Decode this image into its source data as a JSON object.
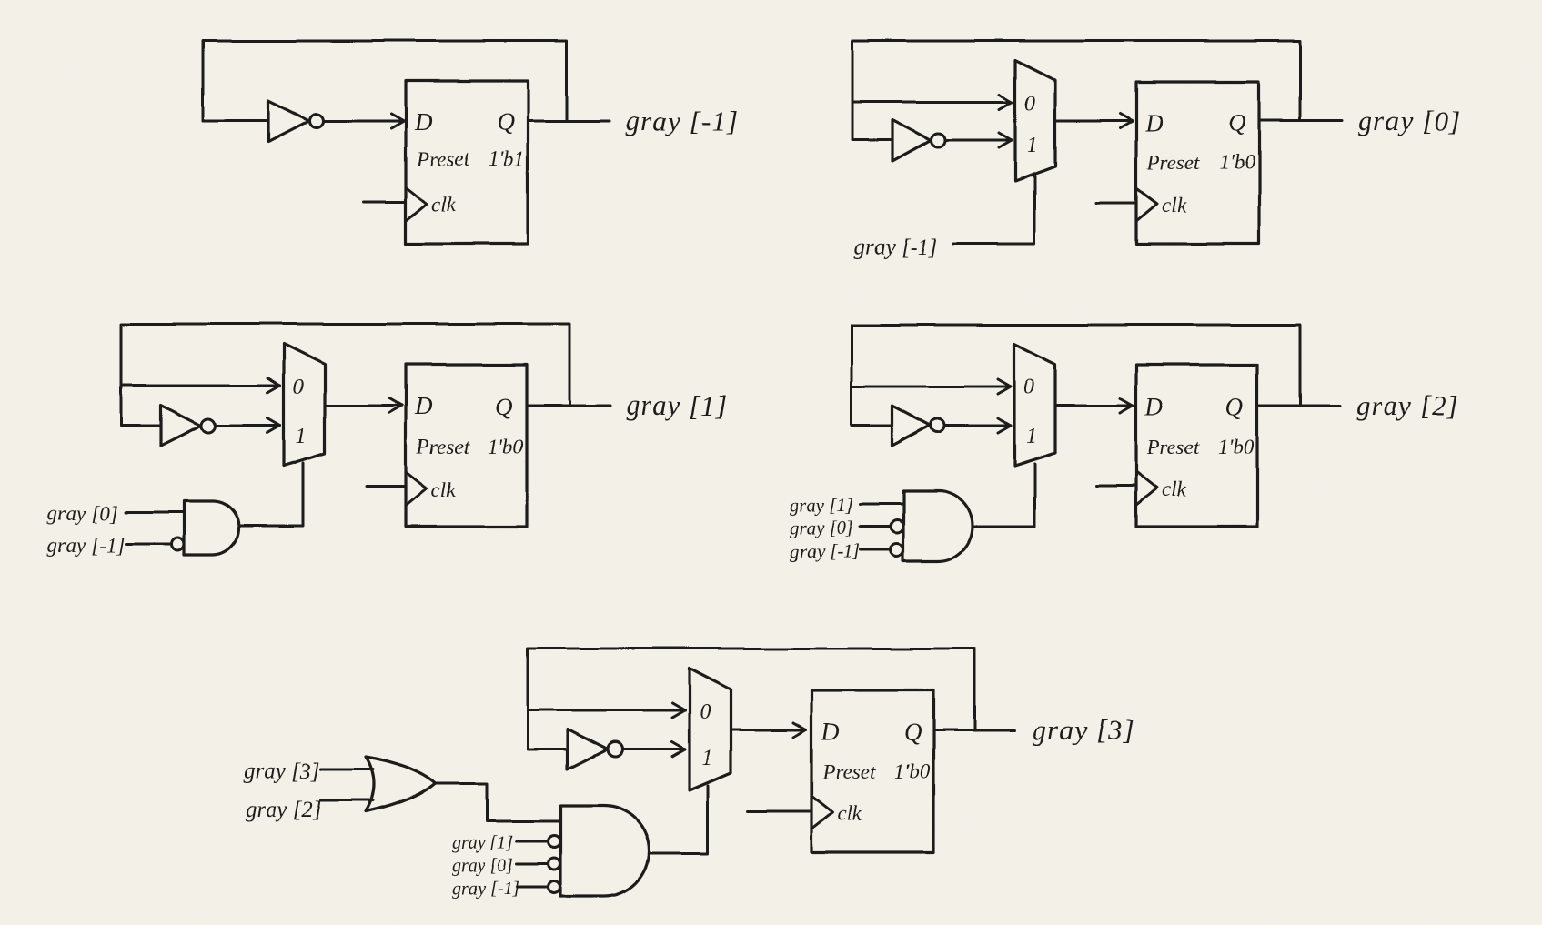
{
  "canvas": {
    "paper": "#f4f1e9",
    "ink": "#1d1d1d"
  },
  "shared": {
    "d": "D",
    "q": "Q",
    "preset": "Preset",
    "clk": "clk",
    "mux0": "0",
    "mux1": "1"
  },
  "circuits": [
    {
      "output": "gray [-1]",
      "preset_value": "1'b1"
    },
    {
      "output": "gray [0]",
      "preset_value": "1'b0",
      "select": "gray [-1]"
    },
    {
      "output": "gray [1]",
      "preset_value": "1'b0",
      "inputs": [
        "gray [0]",
        "gray [-1]"
      ]
    },
    {
      "output": "gray [2]",
      "preset_value": "1'b0",
      "inputs": [
        "gray [1]",
        "gray [0]",
        "gray [-1]"
      ]
    },
    {
      "output": "gray [3]",
      "preset_value": "1'b0",
      "or_inputs": [
        "gray [3]",
        "gray [2]"
      ],
      "inputs": [
        "gray [1]",
        "gray [0]",
        "gray [-1]"
      ]
    }
  ]
}
